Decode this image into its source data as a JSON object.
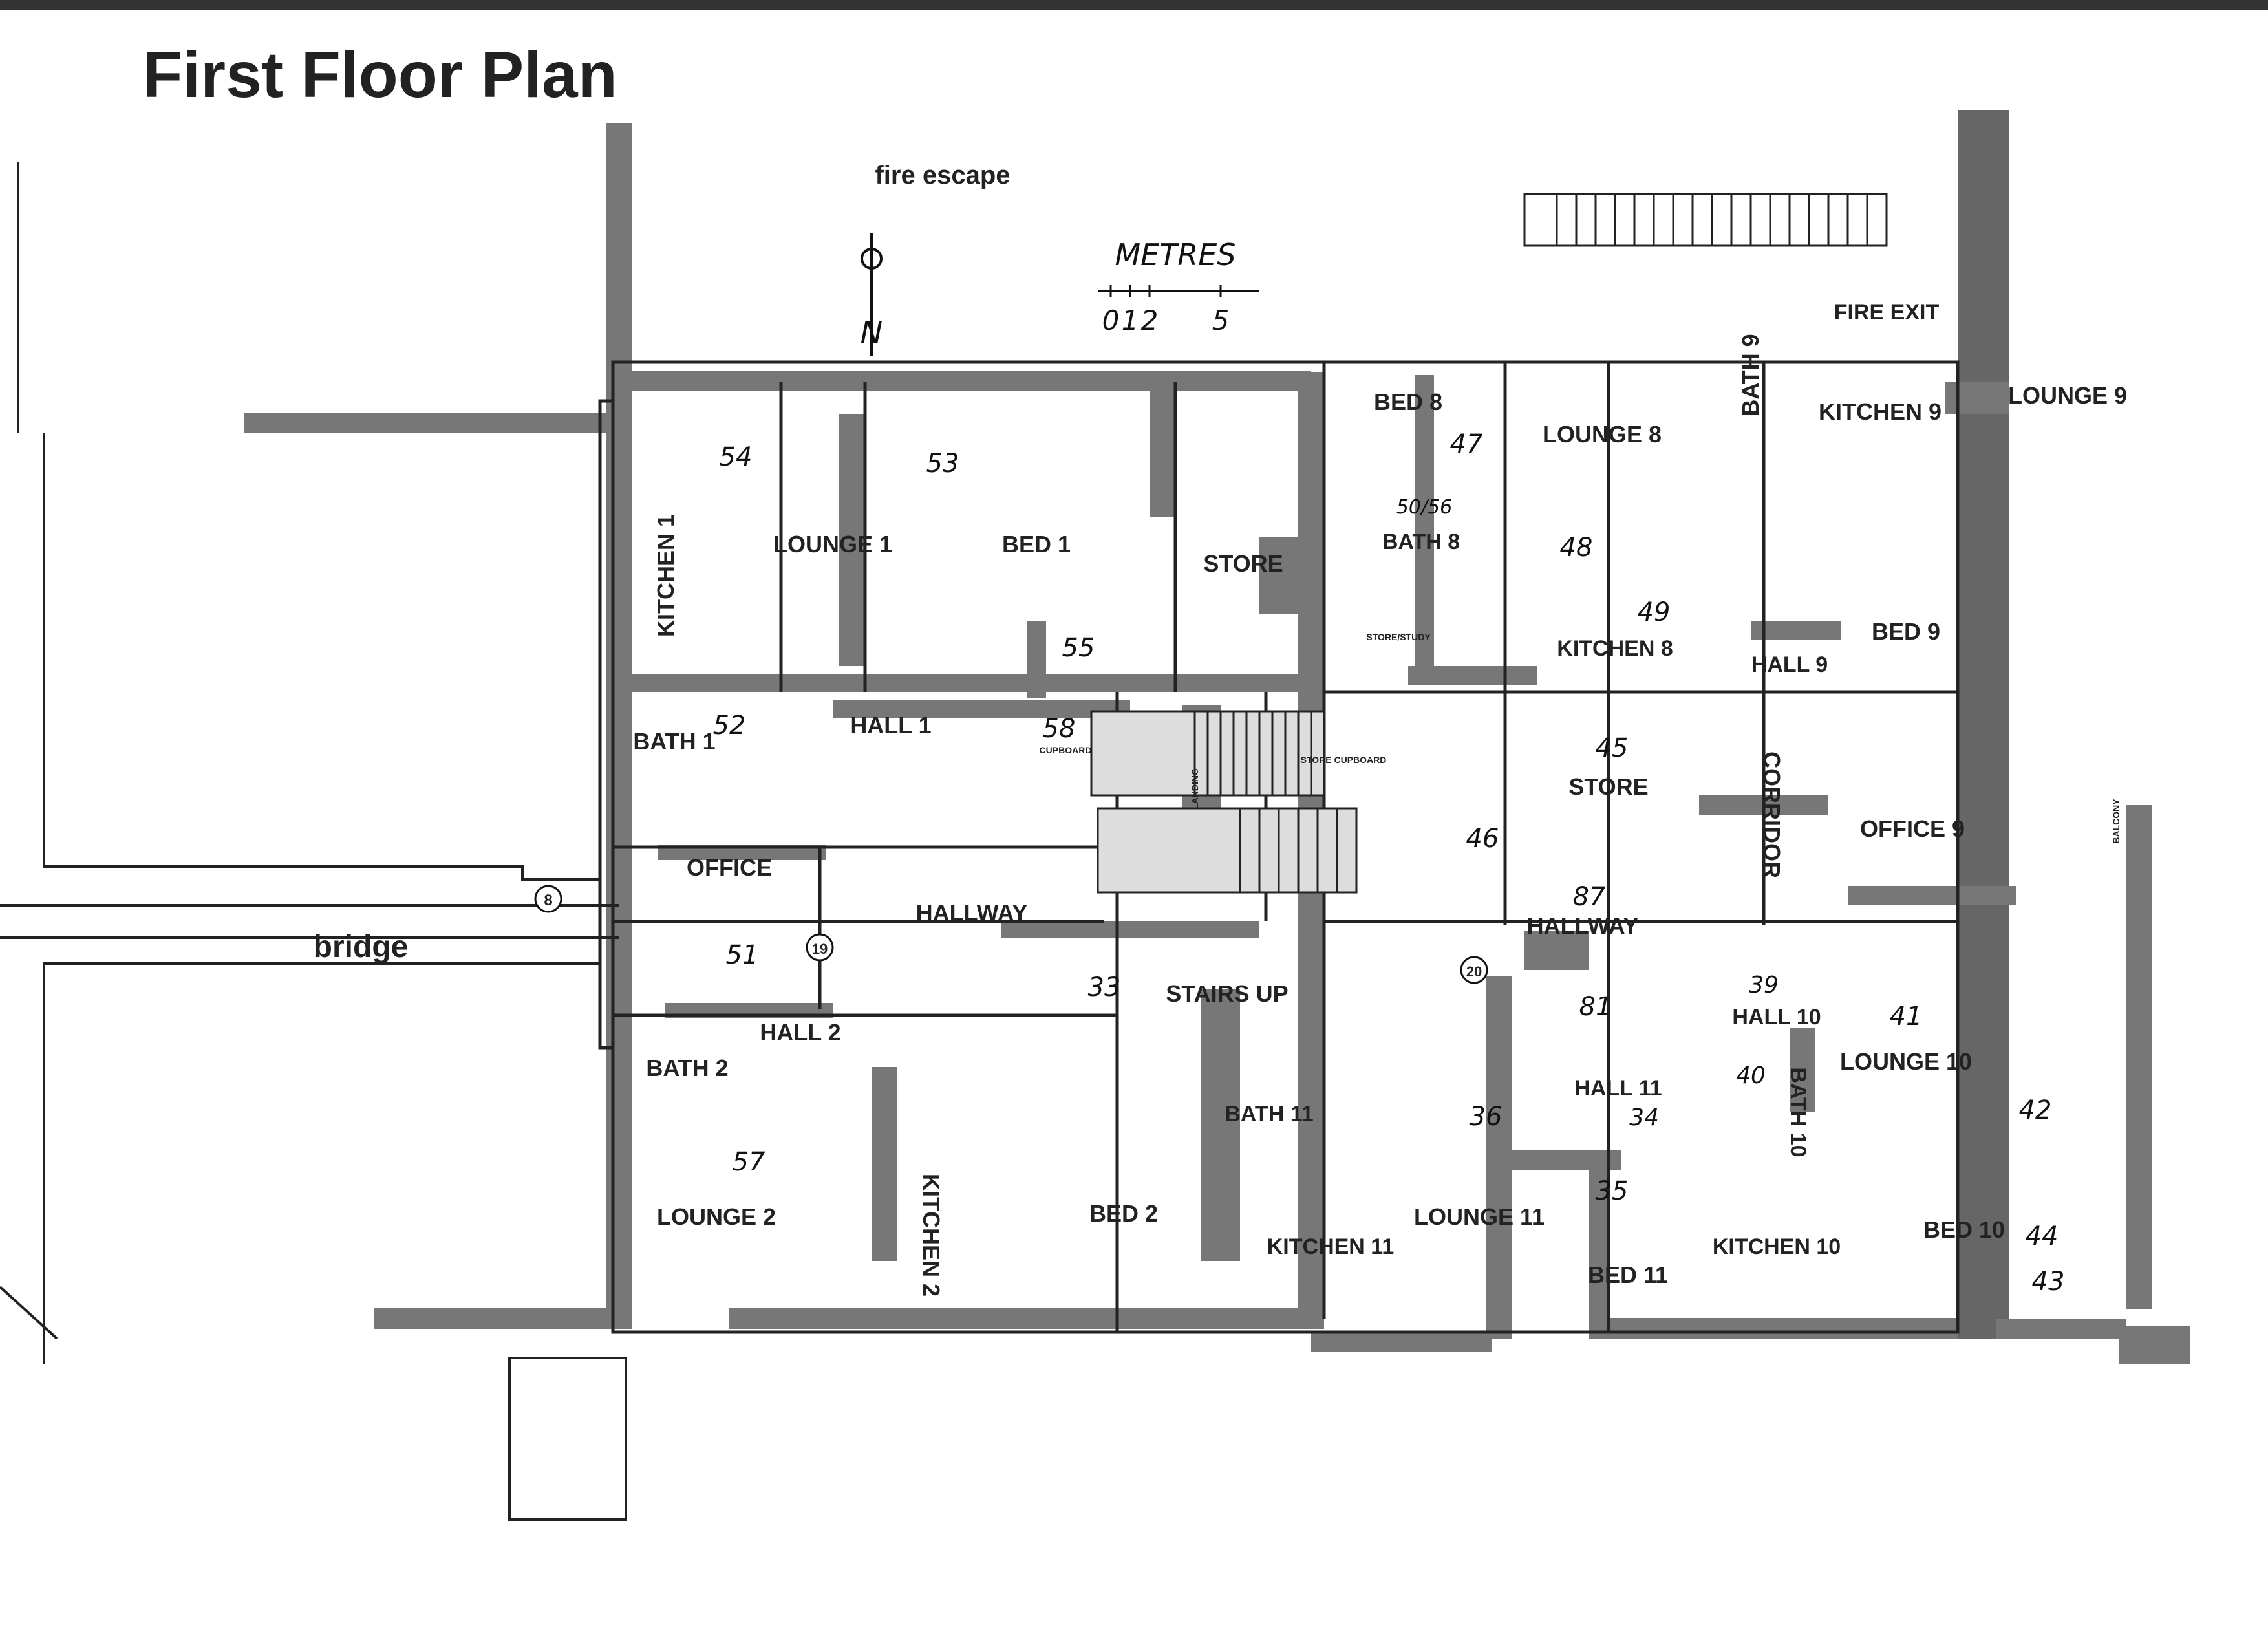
{
  "title": "First Floor Plan",
  "scale": {
    "label": "METRES",
    "ticks": [
      "0",
      "1",
      "2",
      "5"
    ]
  },
  "north_label": "N",
  "fire_escape_label": "fire escape",
  "bridge_label": "bridge",
  "rooms": [
    {
      "id": "kitchen-1",
      "label": "KITCHEN 1",
      "vertical": true
    },
    {
      "id": "lounge-1",
      "label": "LOUNGE 1"
    },
    {
      "id": "bed-1",
      "label": "BED 1"
    },
    {
      "id": "store-1",
      "label": "STORE"
    },
    {
      "id": "bed-8",
      "label": "BED 8"
    },
    {
      "id": "lounge-8",
      "label": "LOUNGE 8"
    },
    {
      "id": "bath-9",
      "label": "BATH 9",
      "vertical": true
    },
    {
      "id": "fire-exit",
      "label": "FIRE EXIT"
    },
    {
      "id": "kitchen-9",
      "label": "KITCHEN 9"
    },
    {
      "id": "lounge-9",
      "label": "LOUNGE 9"
    },
    {
      "id": "bath-8",
      "label": "BATH 8"
    },
    {
      "id": "kitchen-8",
      "label": "KITCHEN 8"
    },
    {
      "id": "hall-9",
      "label": "HALL 9"
    },
    {
      "id": "bed-9",
      "label": "BED 9"
    },
    {
      "id": "bath-1",
      "label": "BATH 1"
    },
    {
      "id": "hall-1",
      "label": "HALL 1"
    },
    {
      "id": "store-2",
      "label": "STORE"
    },
    {
      "id": "corridor",
      "label": "CORRIDOR",
      "vertical": true
    },
    {
      "id": "office-9",
      "label": "OFFICE 9"
    },
    {
      "id": "office",
      "label": "OFFICE"
    },
    {
      "id": "hallway-1",
      "label": "HALLWAY"
    },
    {
      "id": "hallway-2",
      "label": "HALLWAY"
    },
    {
      "id": "stairs-up",
      "label": "STAIRS UP"
    },
    {
      "id": "hall-2",
      "label": "HALL 2"
    },
    {
      "id": "bath-2",
      "label": "BATH 2"
    },
    {
      "id": "hall-10",
      "label": "HALL 10"
    },
    {
      "id": "lounge-10",
      "label": "LOUNGE 10"
    },
    {
      "id": "bath-11",
      "label": "BATH 11"
    },
    {
      "id": "hall-11",
      "label": "HALL 11"
    },
    {
      "id": "bath-10",
      "label": "BATH 10",
      "vertical": true
    },
    {
      "id": "lounge-2",
      "label": "LOUNGE 2"
    },
    {
      "id": "kitchen-2",
      "label": "KITCHEN 2",
      "vertical": true
    },
    {
      "id": "bed-2",
      "label": "BED 2"
    },
    {
      "id": "kitchen-11",
      "label": "KITCHEN 11"
    },
    {
      "id": "lounge-11",
      "label": "LOUNGE 11"
    },
    {
      "id": "bed-11",
      "label": "BED 11"
    },
    {
      "id": "kitchen-10",
      "label": "KITCHEN 10"
    },
    {
      "id": "bed-10",
      "label": "BED 10"
    }
  ],
  "small_labels": [
    "CUPBOARD",
    "STORE CUPBOARD",
    "STORE/STUDY",
    "LANDING",
    "BALCONY"
  ],
  "markers": [
    "8",
    "19",
    "20"
  ],
  "annotations": [
    "54",
    "53",
    "55",
    "52",
    "58",
    "57",
    "51",
    "33",
    "47",
    "48",
    "49",
    "50/56",
    "45",
    "46",
    "87",
    "81",
    "39",
    "40",
    "41",
    "42",
    "43",
    "44",
    "36",
    "35",
    "34"
  ]
}
